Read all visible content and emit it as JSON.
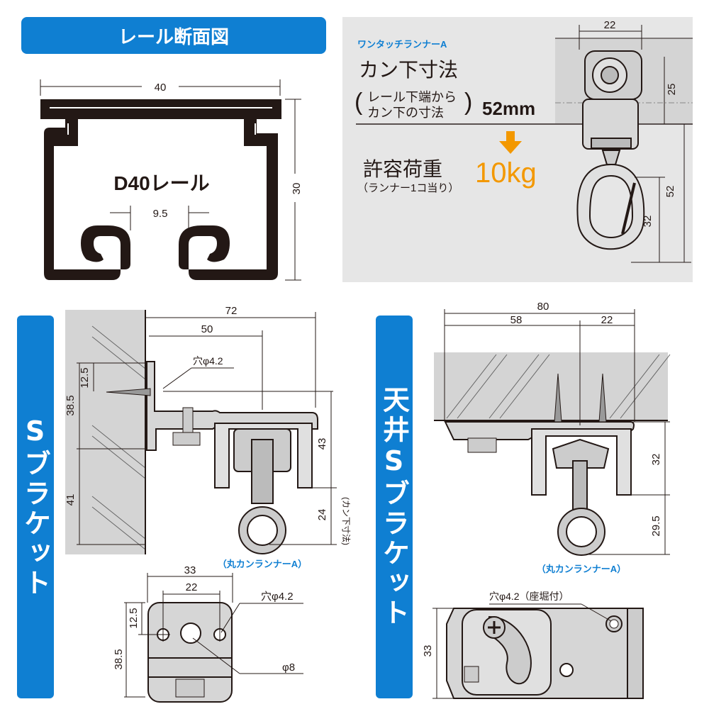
{
  "rail_section": {
    "title": "レール断面図",
    "rail_label": "D40レール",
    "dims": {
      "width": "40",
      "height": "30",
      "opening": "9.5"
    }
  },
  "runner_panel": {
    "product": "ワンタッチランナーA",
    "heading": "カン下寸法",
    "note_line1": "レール下端から",
    "note_line2": "カン下の寸法",
    "value": "52mm",
    "load_label": "許容荷重",
    "load_note": "（ランナー1コ当り）",
    "load_value": "10kg",
    "dims": {
      "top": "22",
      "upper": "25",
      "total": "52",
      "hook": "32"
    },
    "colors": {
      "accent": "#f39800",
      "blue": "#0f7fd2",
      "panel": "#e6e6e6"
    }
  },
  "s_bracket": {
    "title": "Sブラケット",
    "dims": {
      "w72": "72",
      "w50": "50",
      "h12": "12.5",
      "h38": "38.5",
      "h41": "41",
      "h43": "43",
      "h24": "24"
    },
    "hole_label": "穴φ4.2",
    "kan_note": "(カン下寸法)",
    "runner_label": "（丸カンランナーA）",
    "plate": {
      "w33": "33",
      "w22": "22",
      "h12": "12.5",
      "h38": "38.5",
      "hole_label": "穴φ4.2",
      "center_label": "φ8"
    }
  },
  "ceiling_bracket": {
    "title": "天井Sブラケット",
    "dims": {
      "w80": "80",
      "w58": "58",
      "w22": "22",
      "h32": "32",
      "h29": "29.5",
      "h33": "33"
    },
    "runner_label": "（丸カンランナーA）",
    "hole_label": "穴φ4.2（座堀付）"
  }
}
